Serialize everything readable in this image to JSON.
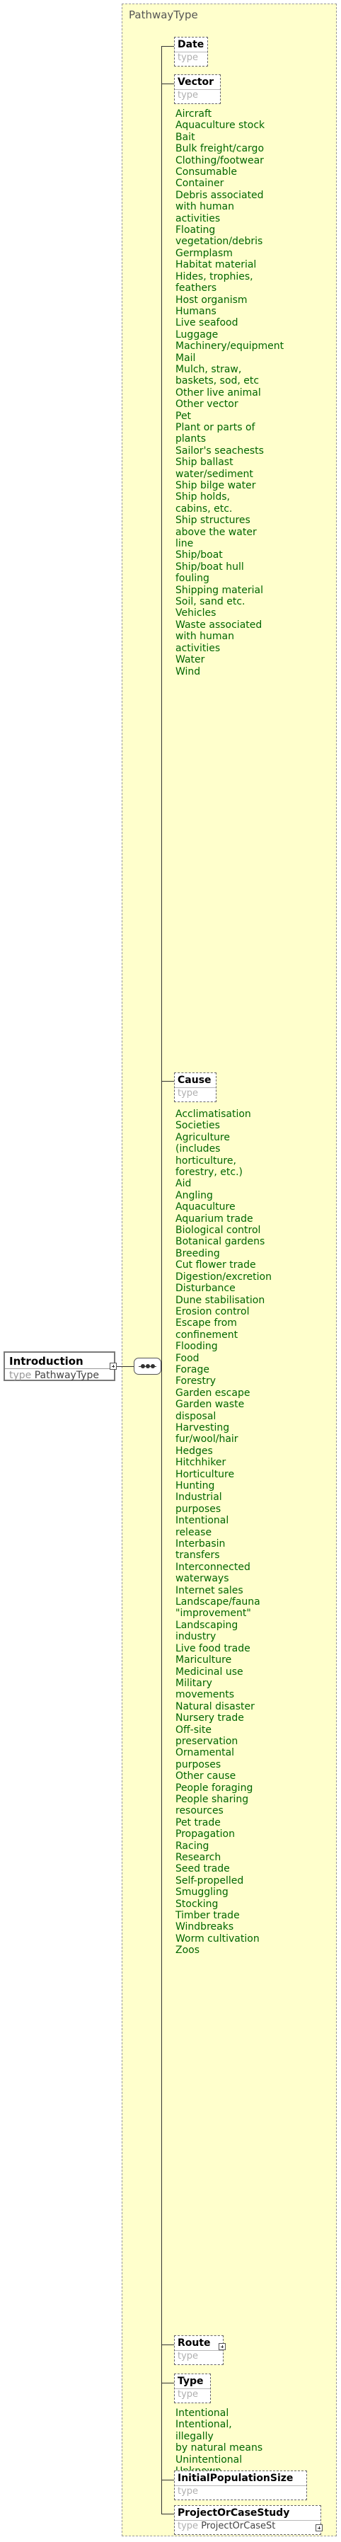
{
  "root": {
    "name": "Introduction",
    "type_label": "type",
    "type_value": "PathwayType"
  },
  "complex_type": {
    "name": "PathwayType"
  },
  "elements": {
    "date": {
      "name": "Date",
      "type_label": "type"
    },
    "vector": {
      "name": "Vector",
      "type_label": "type"
    },
    "cause": {
      "name": "Cause",
      "type_label": "type"
    },
    "route": {
      "name": "Route",
      "type_label": "type"
    },
    "type": {
      "name": "Type",
      "type_label": "type"
    },
    "initial_population_size": {
      "name": "InitialPopulationSize",
      "type_label": "type"
    },
    "project_or_case_study": {
      "name": "ProjectOrCaseStudy",
      "type_label": "type",
      "type_value": "ProjectOrCaseSt"
    }
  },
  "vector_values": [
    "Aircraft",
    "Aquaculture stock",
    "Bait",
    "Bulk freight/cargo",
    "Clothing/footwear",
    "Consumable",
    "Container",
    "Debris associated with human activities",
    "Floating vegetation/debris",
    "Germplasm",
    "Habitat material",
    "Hides, trophies, feathers",
    "Host organism",
    "Humans",
    "Live seafood",
    "Luggage",
    "Machinery/equipment",
    "Mail",
    "Mulch, straw, baskets, sod, etc",
    "Other live animal",
    "Other vector",
    "Pet",
    "Plant or parts of plants",
    "Sailor's seachests",
    "Ship ballast water/sediment",
    "Ship bilge water",
    "Ship holds, cabins, etc.",
    "Ship structures above the water line",
    "Ship/boat",
    "Ship/boat hull fouling",
    "Shipping material",
    "Soil, sand etc.",
    "Vehicles",
    "Waste associated with human activities",
    "Water",
    "Wind"
  ],
  "cause_values": [
    "Acclimatisation Societies",
    "Agriculture (includes horticulture, forestry, etc.)",
    "Aid",
    "Angling",
    "Aquaculture",
    "Aquarium trade",
    "Biological control",
    "Botanical gardens",
    "Breeding",
    "Cut flower trade",
    "Digestion/excretion",
    "Disturbance",
    "Dune stabilisation",
    "Erosion control",
    "Escape from confinement",
    "Flooding",
    "Food",
    "Forage",
    "Forestry",
    "Garden escape",
    "Garden waste disposal",
    "Harvesting fur/wool/hair",
    "Hedges",
    "Hitchhiker",
    "Horticulture",
    "Hunting",
    "Industrial purposes",
    "Intentional release",
    "Interbasin transfers",
    "Interconnected waterways",
    "Internet sales",
    "Landscape/fauna \"improvement\"",
    "Landscaping industry",
    "Live food trade",
    "Mariculture",
    "Medicinal use",
    "Military movements",
    "Natural disaster",
    "Nursery trade",
    "Off-site preservation",
    "Ornamental purposes",
    "Other cause",
    "People foraging",
    "People sharing resources",
    "Pet trade",
    "Propagation",
    "Racing",
    "Research",
    "Seed trade",
    "Self-propelled",
    "Smuggling",
    "Stocking",
    "Timber trade",
    "Windbreaks",
    "Worm cultivation",
    "Zoos"
  ],
  "type_values": [
    "Intentional",
    "Intentional, illegally",
    "by natural means",
    "Unintentional",
    "Unknown"
  ],
  "colors": {
    "panel_bg": "#ffffcc",
    "enum_text": "#006600"
  }
}
